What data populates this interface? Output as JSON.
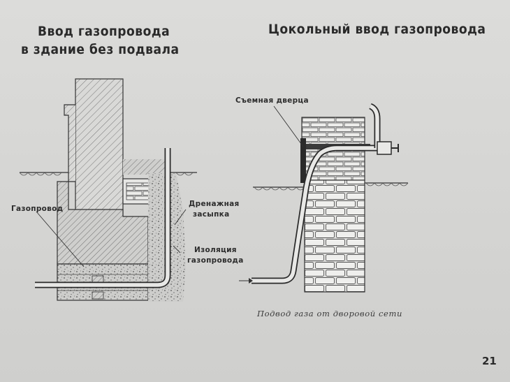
{
  "titles": {
    "left_line1": "Ввод газопровода",
    "left_line2": "в здание без подвала",
    "right": "Цокольный ввод газопровода"
  },
  "labels": {
    "gas_pipe": "Газопровод",
    "drainage_line1": "Дренажная",
    "drainage_line2": "засыпка",
    "insulation_line1": "Изоляция",
    "insulation_line2": "газопровода",
    "removable_door": "Съемная дверца",
    "yard_supply": "Подвод газа от дворовой сети"
  },
  "page_number": "21",
  "colors": {
    "background": "#d6d6d4",
    "ink": "#2a2a2a",
    "hatch": "#6a6a6a"
  }
}
